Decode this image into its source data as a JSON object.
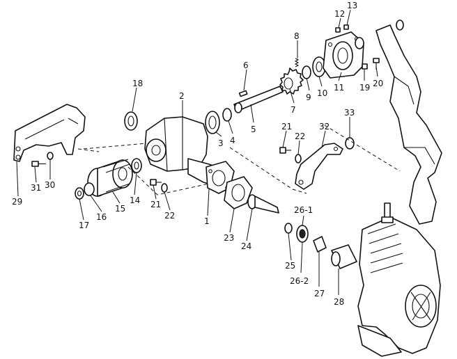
{
  "labels": [
    {
      "id": "l1",
      "text": "1"
    },
    {
      "id": "l2",
      "text": "2"
    },
    {
      "id": "l3",
      "text": "3"
    },
    {
      "id": "l4",
      "text": "4"
    },
    {
      "id": "l5",
      "text": "5"
    },
    {
      "id": "l6",
      "text": "6"
    },
    {
      "id": "l7",
      "text": "7"
    },
    {
      "id": "l8",
      "text": "8"
    },
    {
      "id": "l9",
      "text": "9"
    },
    {
      "id": "l10",
      "text": "10"
    },
    {
      "id": "l11",
      "text": "11"
    },
    {
      "id": "l12",
      "text": "12"
    },
    {
      "id": "l13",
      "text": "13"
    },
    {
      "id": "l14",
      "text": "14"
    },
    {
      "id": "l15",
      "text": "15"
    },
    {
      "id": "l16",
      "text": "16"
    },
    {
      "id": "l17",
      "text": "17"
    },
    {
      "id": "l18",
      "text": "18"
    },
    {
      "id": "l19",
      "text": "19"
    },
    {
      "id": "l20",
      "text": "20"
    },
    {
      "id": "l21a",
      "text": "21"
    },
    {
      "id": "l21b",
      "text": "21"
    },
    {
      "id": "l22a",
      "text": "22"
    },
    {
      "id": "l22b",
      "text": "22"
    },
    {
      "id": "l23",
      "text": "23"
    },
    {
      "id": "l24",
      "text": "24"
    },
    {
      "id": "l25",
      "text": "25"
    },
    {
      "id": "l26_1",
      "text": "26-1"
    },
    {
      "id": "l26_2",
      "text": "26-2"
    },
    {
      "id": "l27",
      "text": "27"
    },
    {
      "id": "l28",
      "text": "28"
    },
    {
      "id": "l29",
      "text": "29"
    },
    {
      "id": "l30",
      "text": "30"
    },
    {
      "id": "l31",
      "text": "31"
    },
    {
      "id": "l32",
      "text": "32"
    },
    {
      "id": "l33",
      "text": "33"
    }
  ]
}
